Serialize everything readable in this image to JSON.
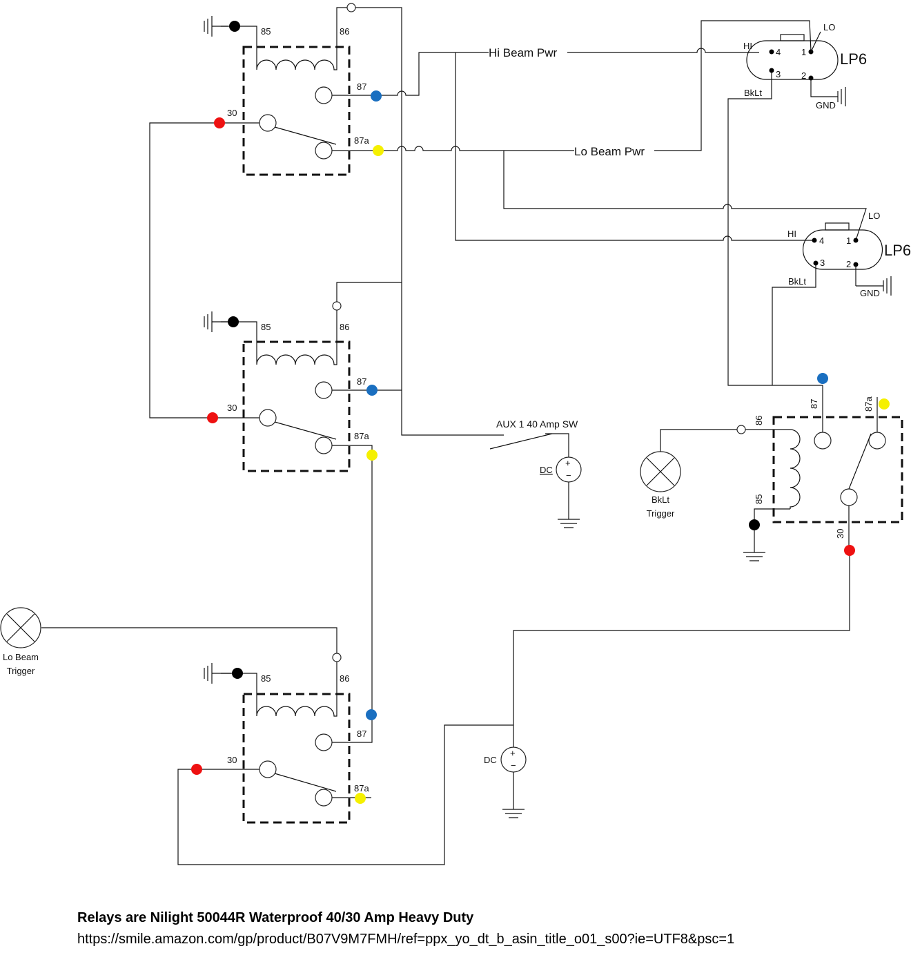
{
  "relays": [
    {
      "pins": {
        "p85": "85",
        "p86": "86",
        "p87": "87",
        "p87a": "87a",
        "p30": "30"
      }
    },
    {
      "pins": {
        "p85": "85",
        "p86": "86",
        "p87": "87",
        "p87a": "87a",
        "p30": "30"
      }
    },
    {
      "pins": {
        "p85": "85",
        "p86": "86",
        "p87": "87",
        "p87a": "87a",
        "p30": "30"
      }
    },
    {
      "pins": {
        "p85": "85",
        "p86": "86",
        "p87": "87",
        "p87a": "87a",
        "p30": "30"
      }
    }
  ],
  "wires": {
    "hi_beam_pwr": "Hi Beam Pwr",
    "lo_beam_pwr": "Lo Beam Pwr"
  },
  "lamps": [
    {
      "name": "LP6",
      "pins": {
        "p1": "1",
        "p2": "2",
        "p3": "3",
        "p4": "4"
      },
      "labels": {
        "hi": "HI",
        "lo": "LO",
        "bklt": "BkLt",
        "gnd": "GND"
      }
    },
    {
      "name": "LP6",
      "pins": {
        "p1": "1",
        "p2": "2",
        "p3": "3",
        "p4": "4"
      },
      "labels": {
        "hi": "HI",
        "lo": "LO",
        "bklt": "BkLt",
        "gnd": "GND"
      }
    }
  ],
  "switch": {
    "label": "AUX 1 40 Amp SW"
  },
  "sources": [
    {
      "label": "DC"
    },
    {
      "label": "DC"
    }
  ],
  "triggers": [
    {
      "line1": "Lo Beam",
      "line2": "Trigger"
    },
    {
      "line1": "BkLt",
      "line2": "Trigger"
    }
  ],
  "colors": {
    "ground_dot": "#000000",
    "pin30_dot": "#ee1111",
    "pin87_dot": "#1a6fc0",
    "pin87a_dot": "#f5f000",
    "relay_box": "#111111",
    "wire": "#111111"
  },
  "note": {
    "title": "Relays are Nilight 50044R Waterproof 40/30 Amp Heavy Duty",
    "url": "https://smile.amazon.com/gp/product/B07V9M7FMH/ref=ppx_yo_dt_b_asin_title_o01_s00?ie=UTF8&psc=1"
  }
}
